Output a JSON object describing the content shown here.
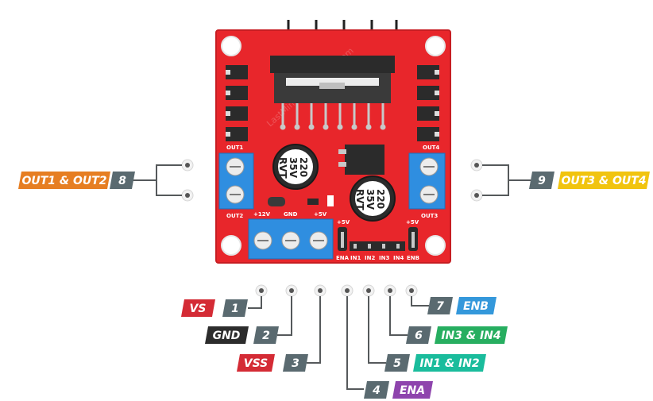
{
  "colors": {
    "board": "#e8262b",
    "board_edge": "#c71d22",
    "terminal": "#2f8ee0",
    "number_tag": "#5a6a70",
    "line": "#55595b"
  },
  "board": {
    "silkscreen": {
      "out1": "OUT1",
      "out2": "OUT2",
      "out3": "OUT3",
      "out4": "OUT4",
      "v12": "+12V",
      "gnd": "GND",
      "v5": "+5V",
      "v5_left": "+5V",
      "v5_right": "+5V",
      "ena": "ENA",
      "in1": "IN1",
      "in2": "IN2",
      "in3": "IN3",
      "in4": "IN4",
      "enb": "ENB"
    },
    "capacitor": {
      "line1": "220",
      "line2": "35V",
      "line3": "RVT"
    },
    "watermark": "LastMinuteEngineers.com"
  },
  "callouts": [
    {
      "number": "1",
      "label": "VS",
      "color": "#d42b35"
    },
    {
      "number": "2",
      "label": "GND",
      "color": "#2c2c2c"
    },
    {
      "number": "3",
      "label": "VSS",
      "color": "#d42b35"
    },
    {
      "number": "4",
      "label": "ENA",
      "color": "#8e44ad"
    },
    {
      "number": "5",
      "label": "IN1 & IN2",
      "color": "#1abc9c"
    },
    {
      "number": "6",
      "label": "IN3 & IN4",
      "color": "#27ae60"
    },
    {
      "number": "7",
      "label": "ENB",
      "color": "#3498db"
    },
    {
      "number": "8",
      "label": "OUT1 & OUT2",
      "color": "#e67e22"
    },
    {
      "number": "9",
      "label": "OUT3 & OUT4",
      "color": "#f1c40f"
    }
  ]
}
